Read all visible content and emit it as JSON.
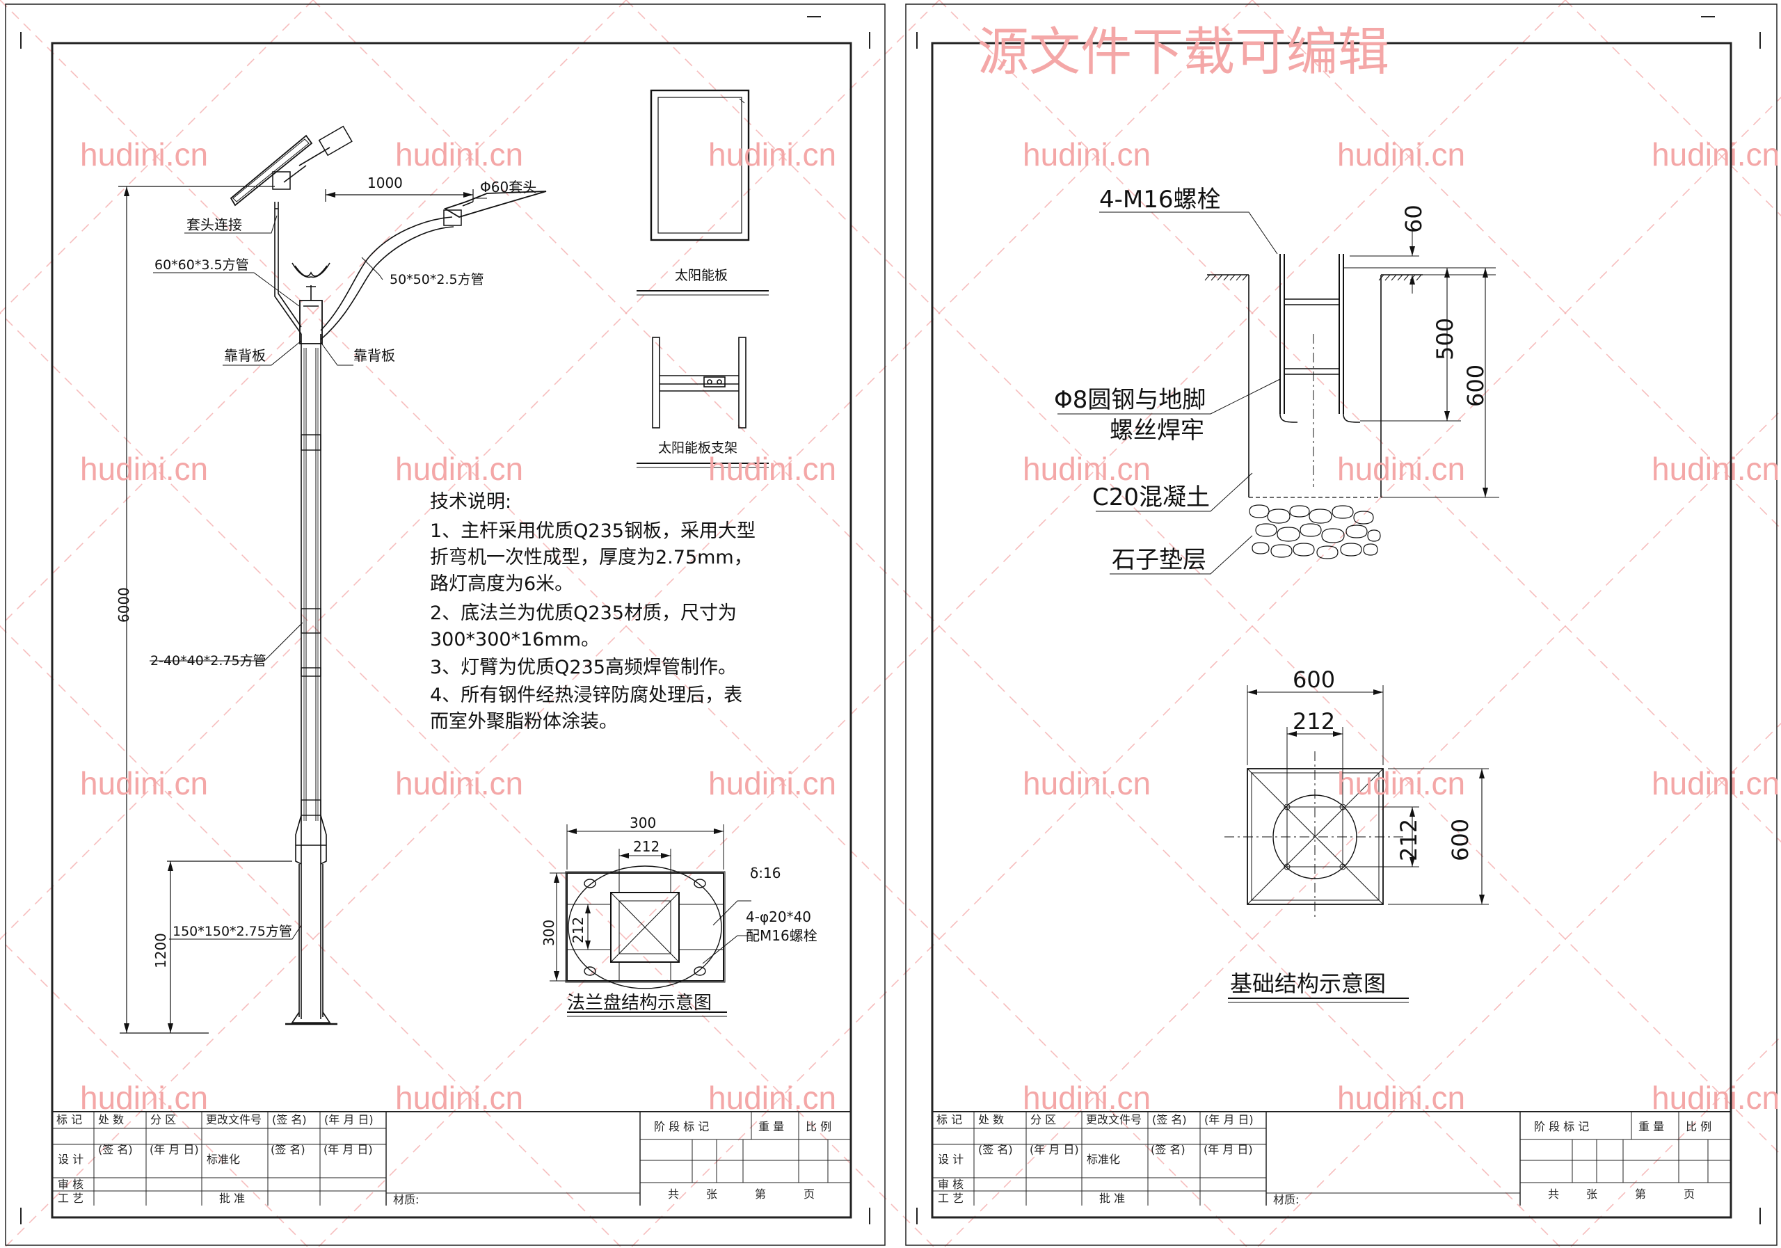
{
  "watermark": {
    "site": "hudini.cn",
    "banner": "源文件下载可编辑",
    "color": "#f4a7a7"
  },
  "sheet1": {
    "pole": {
      "collar_label": "套头连接",
      "arm_length": "1000",
      "lamp_head": "Φ60套头",
      "square_tube_top": "60*60*3.5方管",
      "arm_tube": "50*50*2.5方管",
      "back_plate_left": "靠背板",
      "back_plate_right": "靠背板",
      "height_total": "6000",
      "middle_tubes": "2-40*40*2.75方管",
      "base_tube": "150*150*2.75方管",
      "base_height": "1200"
    },
    "solar_panel": {
      "label": "太阳能板"
    },
    "panel_bracket": {
      "label": "太阳能板支架"
    },
    "tech_notes": {
      "heading": "技术说明:",
      "lines": [
        "1、主杆采用优质Q235钢板，采用大型",
        "折弯机一次性成型，厚度为2.75mm，",
        "路灯高度为6米。",
        "2、底法兰为优质Q235材质，尺寸为",
        "300*300*16mm。",
        "3、灯臂为优质Q235高频焊管制作。",
        "4、所有钢件经热浸锌防腐处理后，表",
        "而室外聚脂粉体涂装。"
      ]
    },
    "flange": {
      "title": "法兰盘结构示意图",
      "outer": "300",
      "inner": "212",
      "outer_v": "300",
      "inner_v": "212",
      "thickness": "δ:16",
      "holes": "4-φ20*40",
      "bolts": "配M16螺栓"
    }
  },
  "sheet2": {
    "section": {
      "bolts": "4-M16螺栓",
      "top": "60",
      "embed": "500",
      "depth": "600",
      "rebar_1": "Φ8圆钢与地脚",
      "rebar_2": "螺丝焊牢",
      "concrete": "C20混凝土",
      "gravel": "石子垫层"
    },
    "plan": {
      "title": "基础结构示意图",
      "outer": "600",
      "inner": "212",
      "inner_v": "212",
      "outer_v": "600"
    }
  },
  "title_block": {
    "r1": [
      "标 记",
      "处 数",
      "分 区",
      "更改文件号",
      "(签 名)",
      "(年 月 日)"
    ],
    "r2": [
      "设 计",
      "(签 名)",
      "(年 月 日)",
      "标准化",
      "(签 名)",
      "(年 月 日)"
    ],
    "r3": [
      "审 核"
    ],
    "r4": [
      "工 艺",
      "批 准"
    ],
    "material": "材质:",
    "stage": "阶 段 标 记",
    "weight": "重 量",
    "scale": "比 例",
    "sheets": [
      "共",
      "张",
      "第",
      "页"
    ]
  }
}
